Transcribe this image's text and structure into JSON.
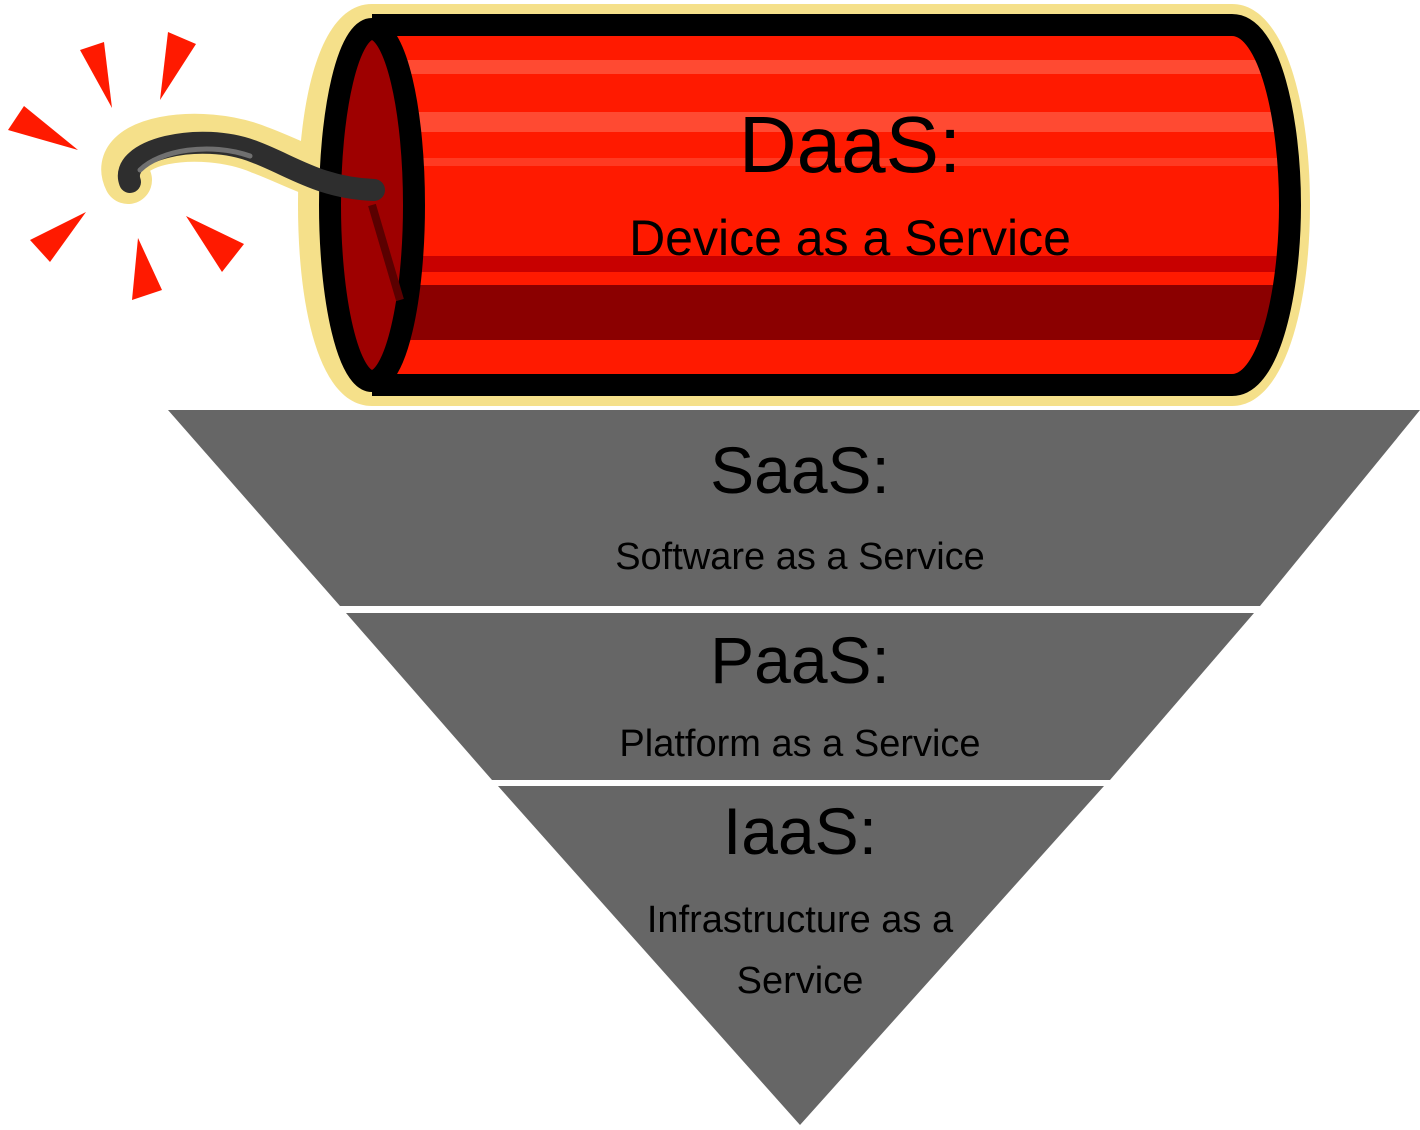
{
  "daas": {
    "title": "DaaS:",
    "subtitle": "Device as a Service",
    "icon": "dynamite-stick-icon"
  },
  "layers": [
    {
      "key": "saas",
      "title": "SaaS:",
      "subtitle": "Software as a Service"
    },
    {
      "key": "paas",
      "title": "PaaS:",
      "subtitle": "Platform as a Service"
    },
    {
      "key": "iaas",
      "title": "IaaS:",
      "subtitle_lines": [
        "Infrastructure as a",
        "Service"
      ]
    }
  ],
  "colors": {
    "layer_fill": "#666666",
    "dynamite_red": "#ff1a00",
    "dynamite_dark": "#8b0000",
    "glow": "#f5e08a",
    "spark": "#ff1a00"
  }
}
